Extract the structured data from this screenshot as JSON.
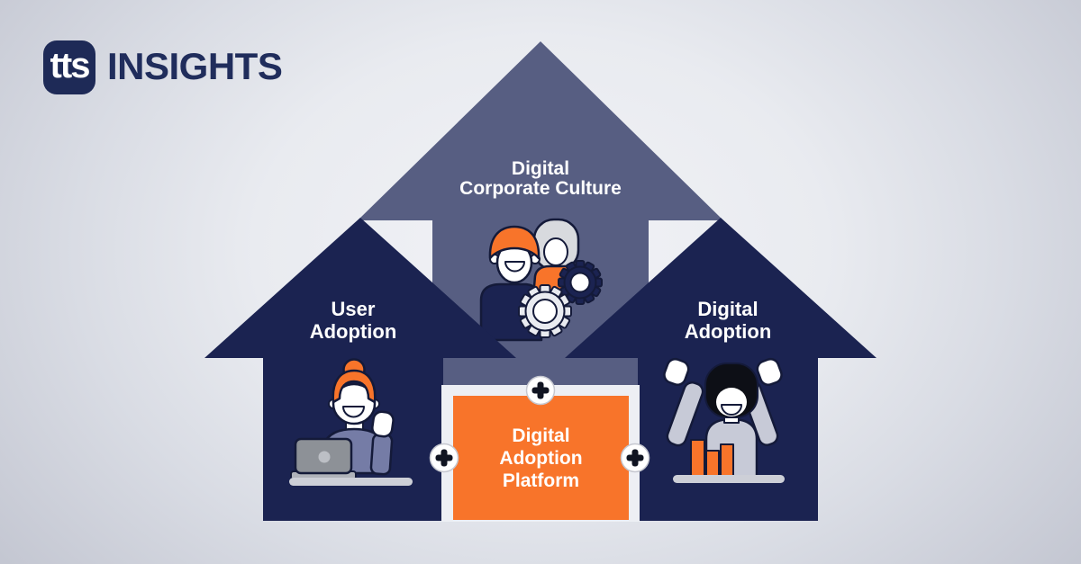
{
  "header": {
    "logo_text": "tts",
    "brand_text": "INSIGHTS"
  },
  "diagram": {
    "center_arrow": {
      "label_line1": "Digital",
      "label_line2": "Corporate Culture"
    },
    "left_arrow": {
      "label_line1": "User",
      "label_line2": "Adoption"
    },
    "right_arrow": {
      "label_line1": "Digital",
      "label_line2": "Adoption"
    },
    "platform_box": {
      "label_line1": "Digital",
      "label_line2": "Adoption",
      "label_line3": "Platform"
    },
    "icons": {
      "plus_icon": "+",
      "center_illustration": "two-colleagues-with-gears",
      "left_illustration": "woman-working-on-laptop",
      "right_illustration": "woman-celebrating-with-bar-chart"
    },
    "colors": {
      "navy": "#1b2351",
      "slate": "#575e82",
      "orange": "#f8742a",
      "label_text": "#ffffff",
      "background_center": "#f1f2f6",
      "background_edge": "#c4c7d2"
    }
  }
}
